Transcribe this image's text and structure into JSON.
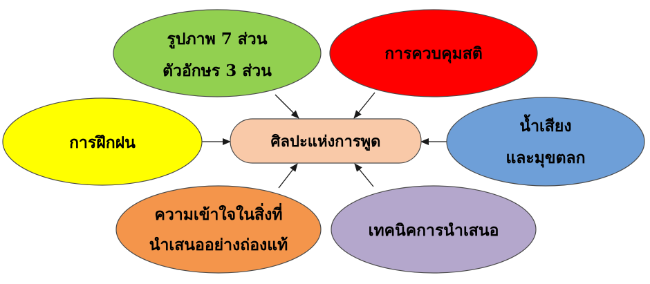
{
  "center": {
    "label": "ศิลปะแห่งการพูด",
    "color": "#f9c9a8"
  },
  "nodes": [
    {
      "id": "picture",
      "lines": [
        "รูปภาพ 7 ส่วน",
        "ตัวอักษร 3 ส่วน"
      ],
      "color": "#92d050"
    },
    {
      "id": "self-control",
      "lines": [
        "การควบคุมสติ"
      ],
      "color": "#ff0000"
    },
    {
      "id": "practice",
      "lines": [
        "การฝึกฝน"
      ],
      "color": "#ffff00"
    },
    {
      "id": "tone-humor",
      "lines": [
        "น้ำเสียง",
        "และมุขตลก"
      ],
      "color": "#6e9fd8"
    },
    {
      "id": "understanding",
      "lines": [
        "ความเข้าใจในสิ่งที่",
        "นำเสนออย่างถ่องแท้"
      ],
      "color": "#f4954b"
    },
    {
      "id": "presentation",
      "lines": [
        "เทคนิคการนำเสนอ"
      ],
      "color": "#b4a7cc"
    }
  ]
}
